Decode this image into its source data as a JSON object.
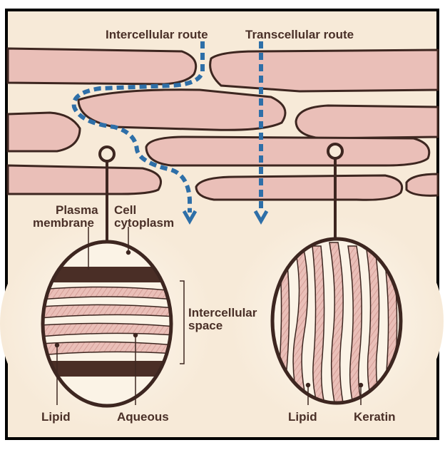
{
  "labels": {
    "intercellular_route": "Intercellular route",
    "transcellular_route": "Transcellular route",
    "plasma": "Plasma",
    "membrane": "membrane",
    "cell": "Cell",
    "cytoplasm": "cytoplasm",
    "intercellular": "Intercellular",
    "space": "space",
    "lipid_left": "Lipid",
    "aqueous": "Aqueous",
    "lipid_right": "Lipid",
    "keratin": "Keratin"
  },
  "colors": {
    "background": "#f7ead8",
    "cell": "#eabfb8",
    "outline": "#3d2620",
    "route": "#2e6fa8",
    "frame": "#000000"
  }
}
